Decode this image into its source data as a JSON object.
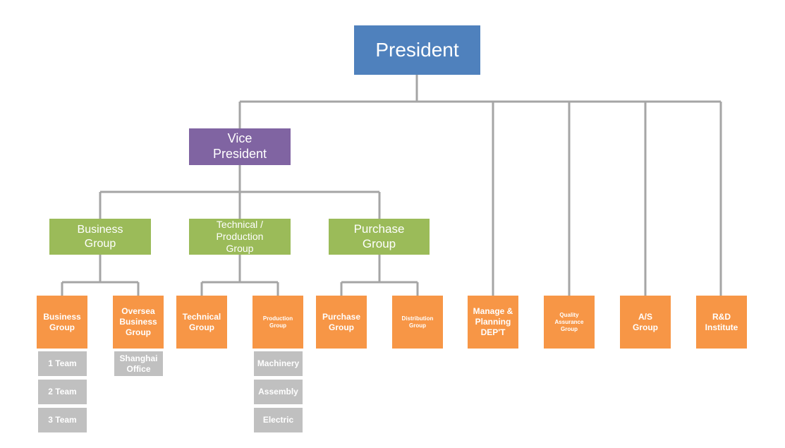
{
  "nodes": {
    "president": "President",
    "vice_president": "Vice\nPresident",
    "business_group": "Business\nGroup",
    "technical_production_group": "Technical /\nProduction\nGroup",
    "purchase_group": "Purchase\nGroup",
    "business_group_sub": "Business\nGroup",
    "oversea_business_group": "Oversea\nBusiness\nGroup",
    "technical_group": "Technical\nGroup",
    "production_group": "Production\nGroup",
    "purchase_group_sub": "Purchase\nGroup",
    "distribution_group": "Distribution\nGroup",
    "manage_planning_dept": "Manage &\nPlanning\nDEP'T",
    "quality_assurance_group": "Quality\nAssurance\nGroup",
    "as_group": "A/S\nGroup",
    "rd_institute": "R&D\nInstitute",
    "team_1": "1 Team",
    "team_2": "2 Team",
    "team_3": "3 Team",
    "shanghai_office": "Shanghai\nOffice",
    "machinery": "Machinery",
    "assembly": "Assembly",
    "electric": "Electric"
  },
  "colors": {
    "president": "#4f81bd",
    "vice_president": "#8064a2",
    "group": "#9bbb59",
    "department": "#f79646",
    "sub_unit": "#c0c0c0",
    "connector": "#a5a5a5"
  }
}
